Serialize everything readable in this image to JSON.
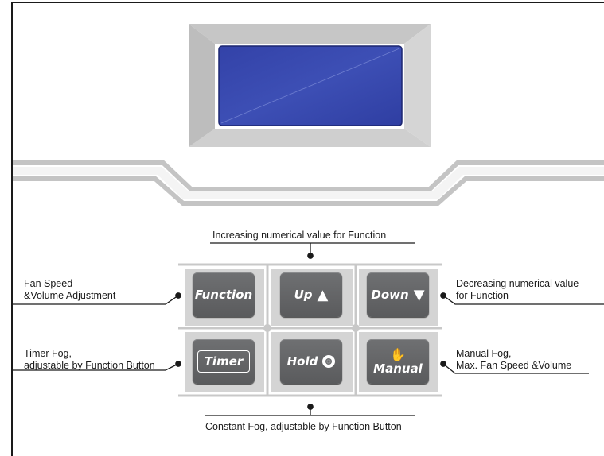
{
  "display": {
    "screen_color": "#3b4cb0",
    "bezel_color": "#c9c9c9"
  },
  "buttons": {
    "function": "Function",
    "up": "Up",
    "up_glyph": "▲",
    "down": "Down",
    "down_glyph": "▼",
    "timer": "Timer",
    "hold": "Hold",
    "manual": "Manual",
    "manual_glyph": "✋"
  },
  "annotations": {
    "top": "Increasing numerical value for Function",
    "fan_line1": "Fan Speed",
    "fan_line2": "&Volume Adjustment",
    "decrease_line1": "Decreasing numerical value",
    "decrease_line2": "for Function",
    "timer_line1": "Timer Fog,",
    "timer_line2": "adjustable by Function Button",
    "manual_line1": "Manual Fog,",
    "manual_line2": "Max. Fan Speed &Volume",
    "bottom": "Constant Fog, adjustable by Function Button"
  },
  "colors": {
    "panel_gray": "#c4c4c4",
    "button_gray": "#646567",
    "line": "#1a1a1a"
  }
}
